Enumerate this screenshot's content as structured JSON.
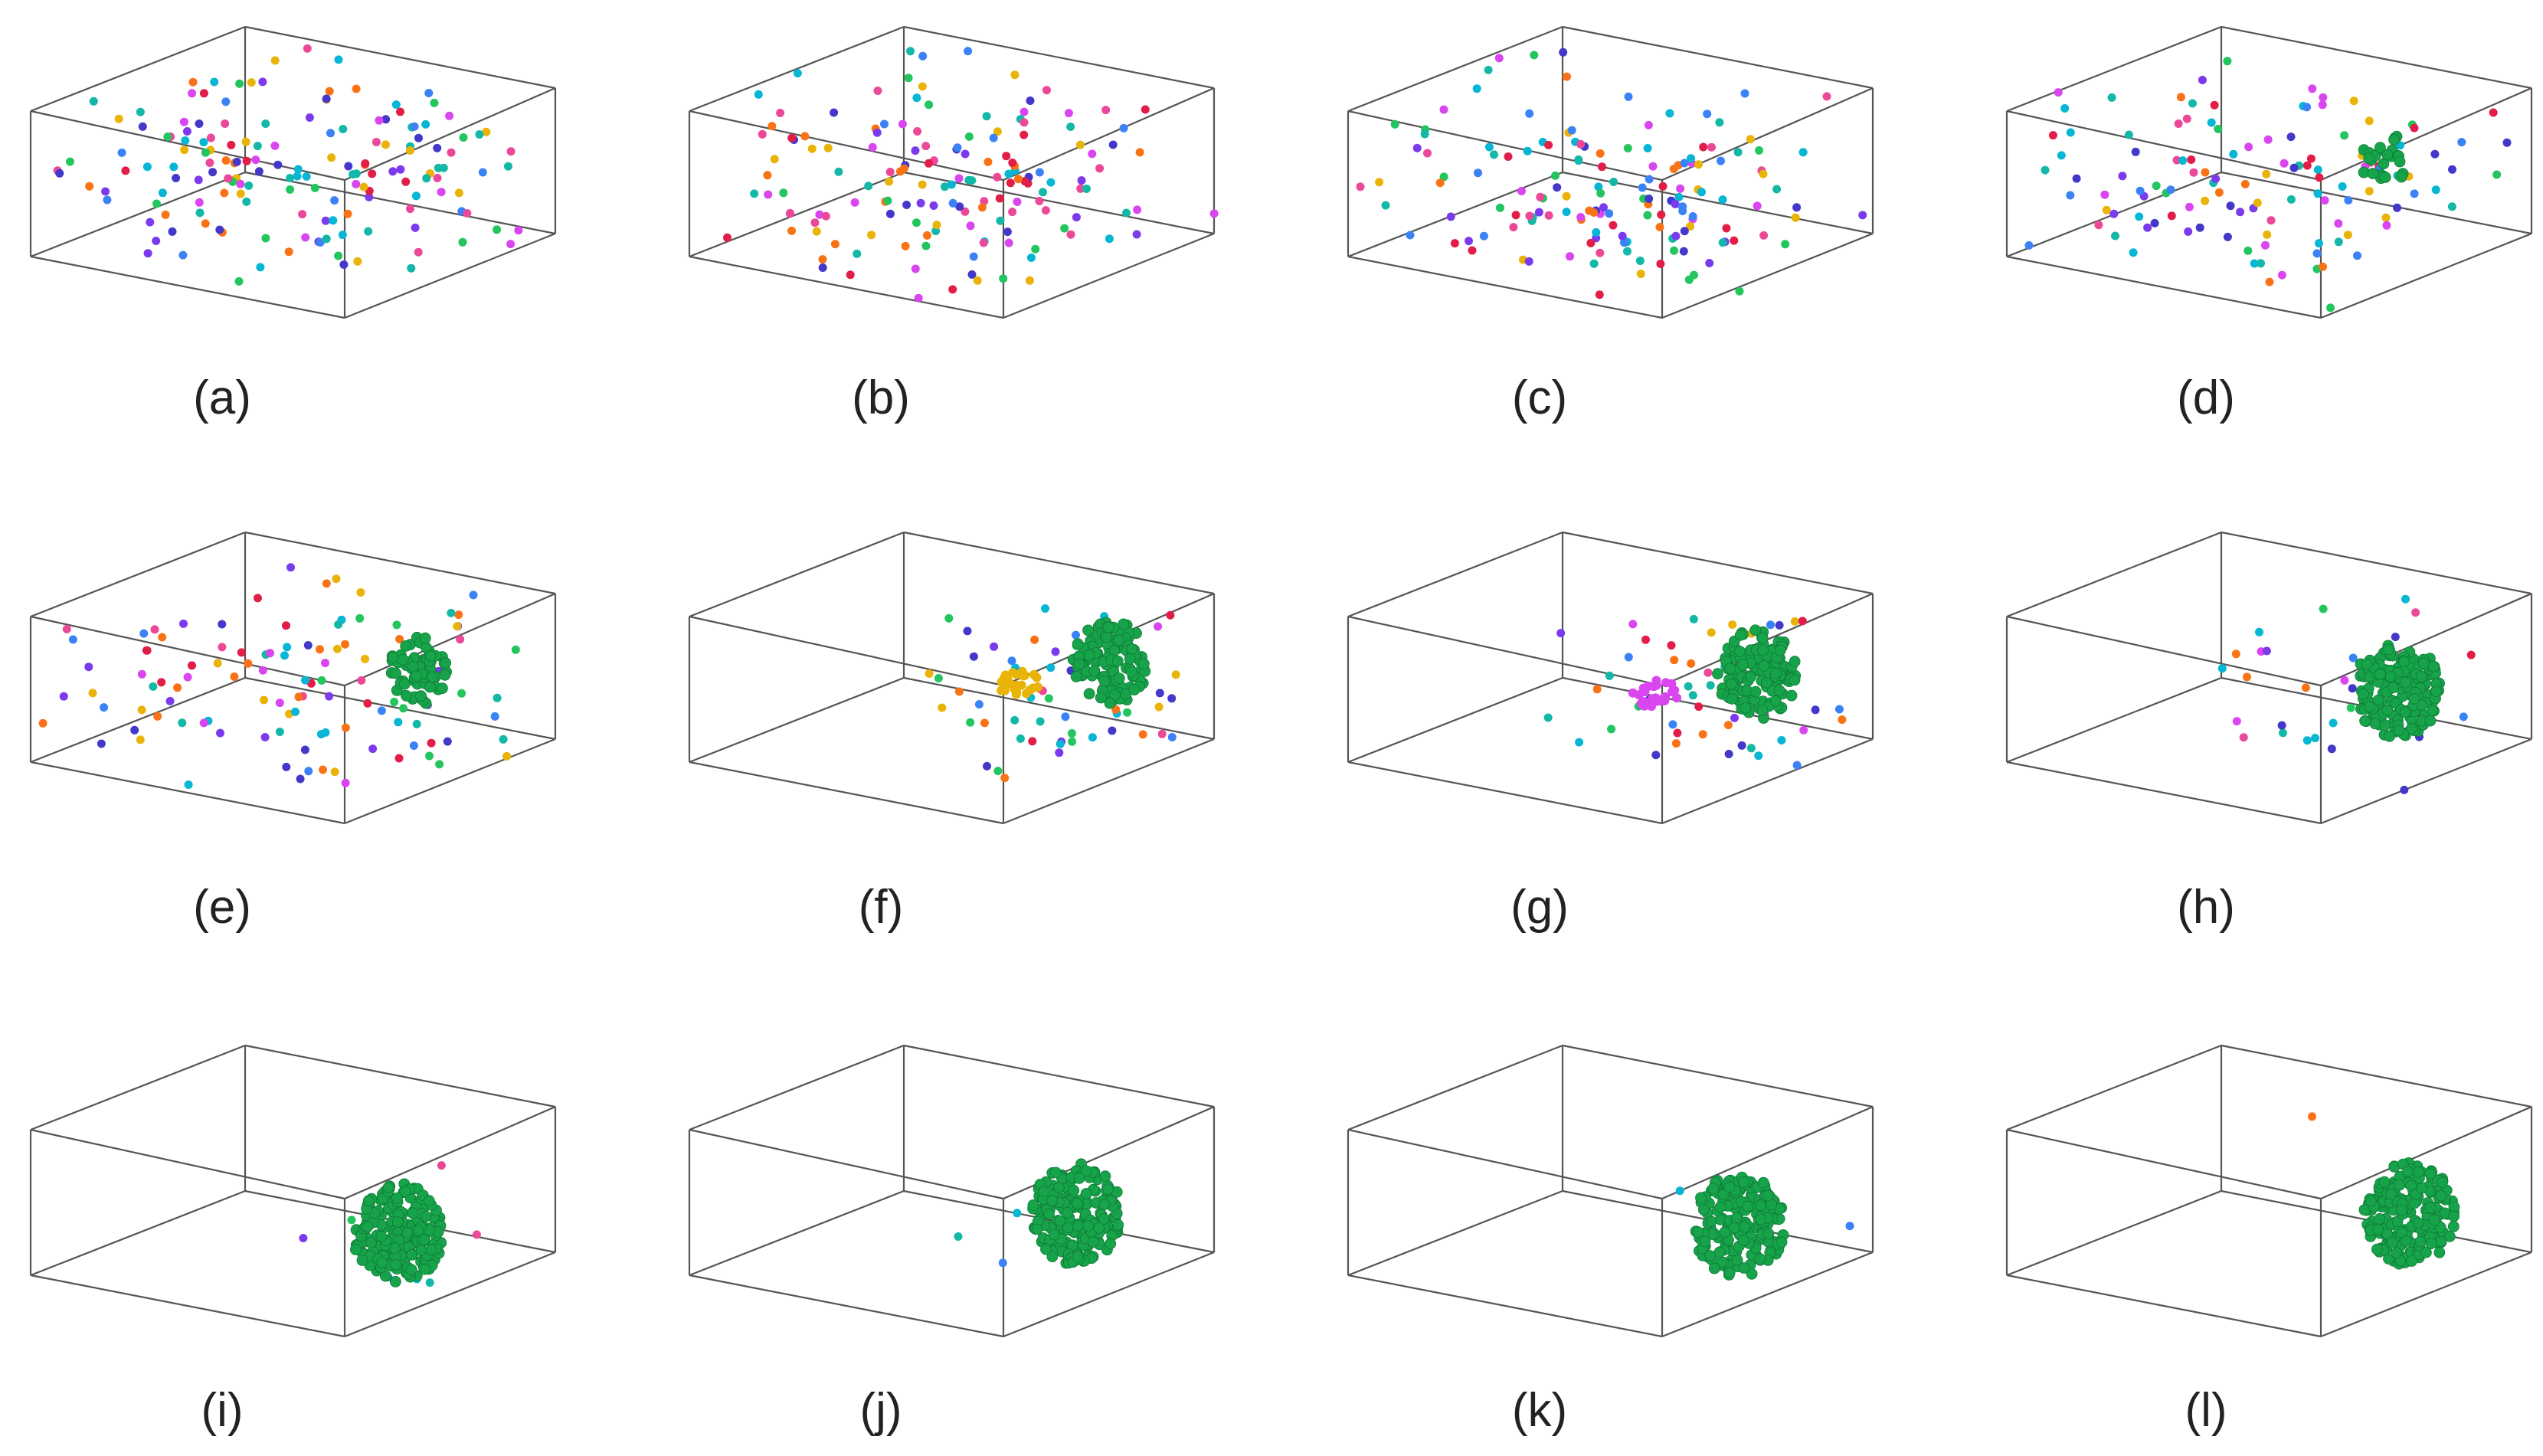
{
  "figure": {
    "panels": [
      {
        "id": "a",
        "label": "(a)",
        "stage": 0
      },
      {
        "id": "b",
        "label": "(b)",
        "stage": 1
      },
      {
        "id": "c",
        "label": "(c)",
        "stage": 2
      },
      {
        "id": "d",
        "label": "(d)",
        "stage": 3
      },
      {
        "id": "e",
        "label": "(e)",
        "stage": 4
      },
      {
        "id": "f",
        "label": "(f)",
        "stage": 5
      },
      {
        "id": "g",
        "label": "(g)",
        "stage": 6
      },
      {
        "id": "h",
        "label": "(h)",
        "stage": 7
      },
      {
        "id": "i",
        "label": "(i)",
        "stage": 8
      },
      {
        "id": "j",
        "label": "(j)",
        "stage": 9
      },
      {
        "id": "k",
        "label": "(k)",
        "stage": 10
      },
      {
        "id": "l",
        "label": "(l)",
        "stage": 11
      }
    ],
    "colors": {
      "box_edge": "#555555",
      "cluster": "#16a34a",
      "particles": [
        "#e11d48",
        "#f97316",
        "#eab308",
        "#22c55e",
        "#14b8a6",
        "#06b6d4",
        "#3b82f6",
        "#4338ca",
        "#7c3aed",
        "#d946ef",
        "#ec4899",
        "#16a34a"
      ]
    }
  }
}
